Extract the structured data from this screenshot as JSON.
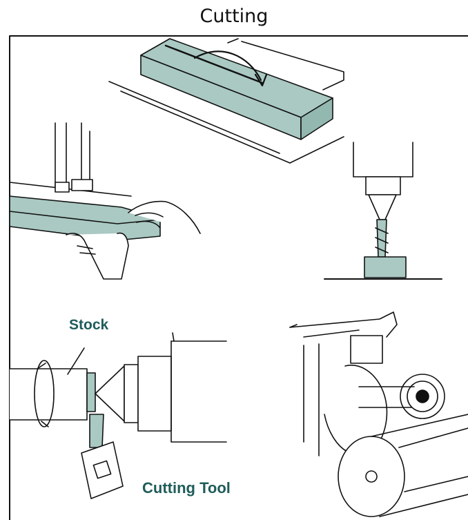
{
  "title": "Cutting",
  "colors": {
    "accent": "#1f5c5a",
    "fill": "#a9c9c2",
    "line": "#111111"
  },
  "labels": {
    "stock": "Stock",
    "cutting_tool": "Cutting Tool"
  }
}
